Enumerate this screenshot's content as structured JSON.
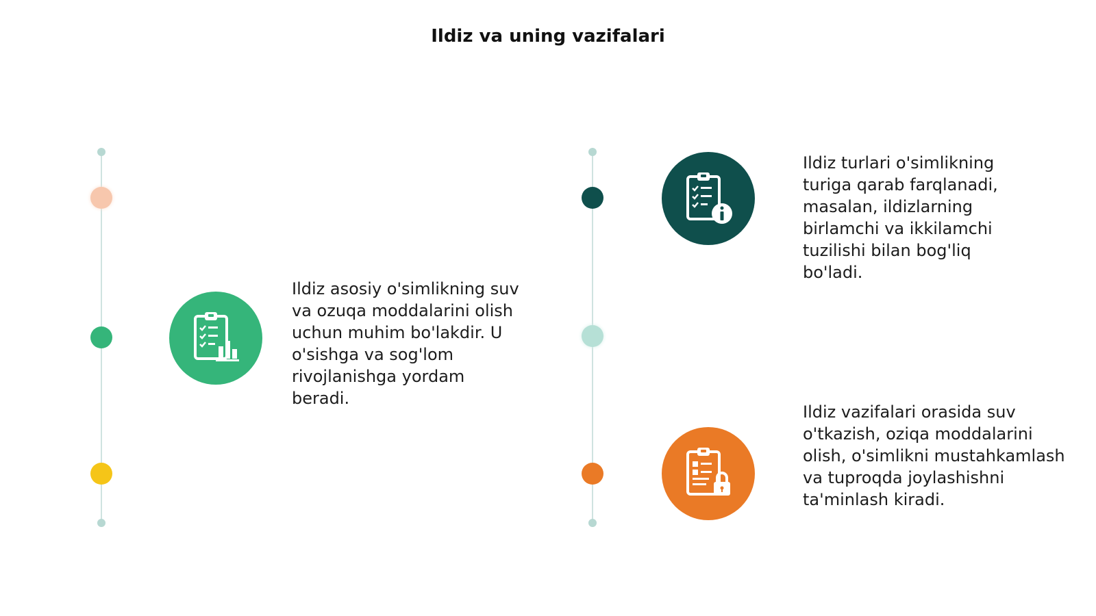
{
  "title": "Ildiz va uning vazifalari",
  "colors": {
    "line": "#cfe3e0",
    "end_dot": "#b7d8d2",
    "peach": "#f7c7ad",
    "green": "#35b57a",
    "yellow": "#f5c518",
    "dark_teal": "#0f4f4c",
    "mint": "#b6e0d6",
    "orange": "#ea7a26"
  },
  "items": [
    {
      "text": "Ildiz asosiy o'simlikning suv va ozuqa moddalarini olish uchun muhim bo'lakdir. U o'sishga va sog'lom rivojlanishga yordam beradi.",
      "icon": "clipboard-chart-icon"
    },
    {
      "text": "Ildiz turlari o'simlikning turiga qarab farqlanadi, masalan, ildizlarning birlamchi va ikkilamchi tuzilishi bilan bog'liq bo'ladi.",
      "icon": "clipboard-info-icon"
    },
    {
      "text": "Ildiz vazifalari orasida suv o'tkazish, oziqa moddalarini olish, o'simlikni mustahkamlash va tuproqda joylashishni ta'minlash kiradi.",
      "icon": "clipboard-lock-icon"
    }
  ]
}
